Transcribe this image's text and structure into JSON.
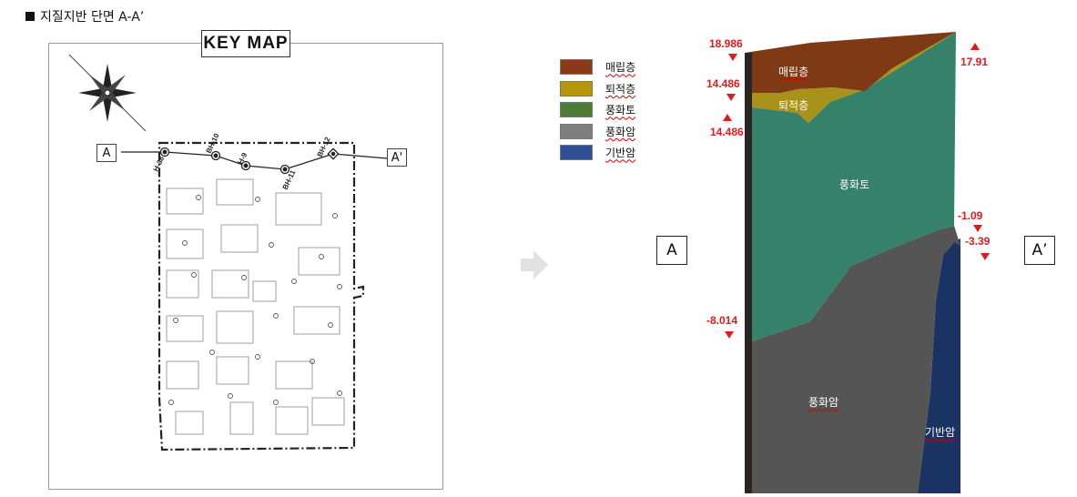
{
  "title": "지질지반 단면 A-A’",
  "key_map": {
    "label": "KEY MAP",
    "tag_a": "A",
    "tag_a_prime": "A'",
    "boreholes": [
      "H-38",
      "BH-10",
      "H-9",
      "BH-11",
      "BH-12"
    ]
  },
  "legend": [
    {
      "label": "매립층",
      "color": "#8b3a15"
    },
    {
      "label": "퇴적층",
      "color": "#b8960c"
    },
    {
      "label": "풍화토",
      "color": "#4d7c34"
    },
    {
      "label": "풍화암",
      "color": "#7f7f7f"
    },
    {
      "label": "기반암",
      "color": "#2e4f93"
    }
  ],
  "section": {
    "tag_a": "A",
    "tag_a_prime": "A’",
    "elevations": {
      "left_top": "18.986",
      "left_fill_bottom": "14.486",
      "left_deposit_bottom": "14.486",
      "left_soil_bottom": "-8.014",
      "right_top": "17.91",
      "right_soil_bottom": "-1.09",
      "right_rock_bottom": "-3.39"
    },
    "layer_labels": {
      "fill": "매립층",
      "deposit": "퇴적층",
      "weathered_soil": "풍화토",
      "weathered_rock": "풍화암",
      "bedrock": "기반암"
    },
    "colors": {
      "fill": "#7e3915",
      "deposit": "#a8921a",
      "weathered_soil": "#368169",
      "weathered_rock": "#555555",
      "bedrock": "#1b3362",
      "side_face": "#2a2520",
      "marker": "#e31a1c"
    }
  }
}
